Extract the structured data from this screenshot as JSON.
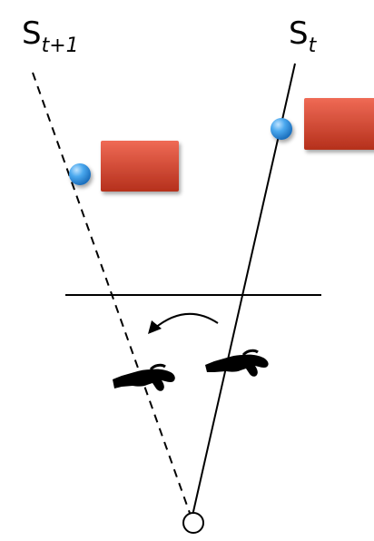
{
  "labels": {
    "left": {
      "main": "S",
      "sub": "t+1"
    },
    "right": {
      "main": "S",
      "sub": "t"
    }
  },
  "colors": {
    "line": "#000000",
    "ball_light": "#bfe3ff",
    "ball_mid": "#4aa8ee",
    "ball_dark": "#1c6fbd",
    "rect_light": "#ef6a55",
    "rect_dark": "#b5301c",
    "background": "#ffffff"
  },
  "icons": [
    "sensor-ball-icon",
    "object-rect-icon",
    "hand-icon",
    "rotation-arrow-icon",
    "viewpoint-circle-icon"
  ]
}
